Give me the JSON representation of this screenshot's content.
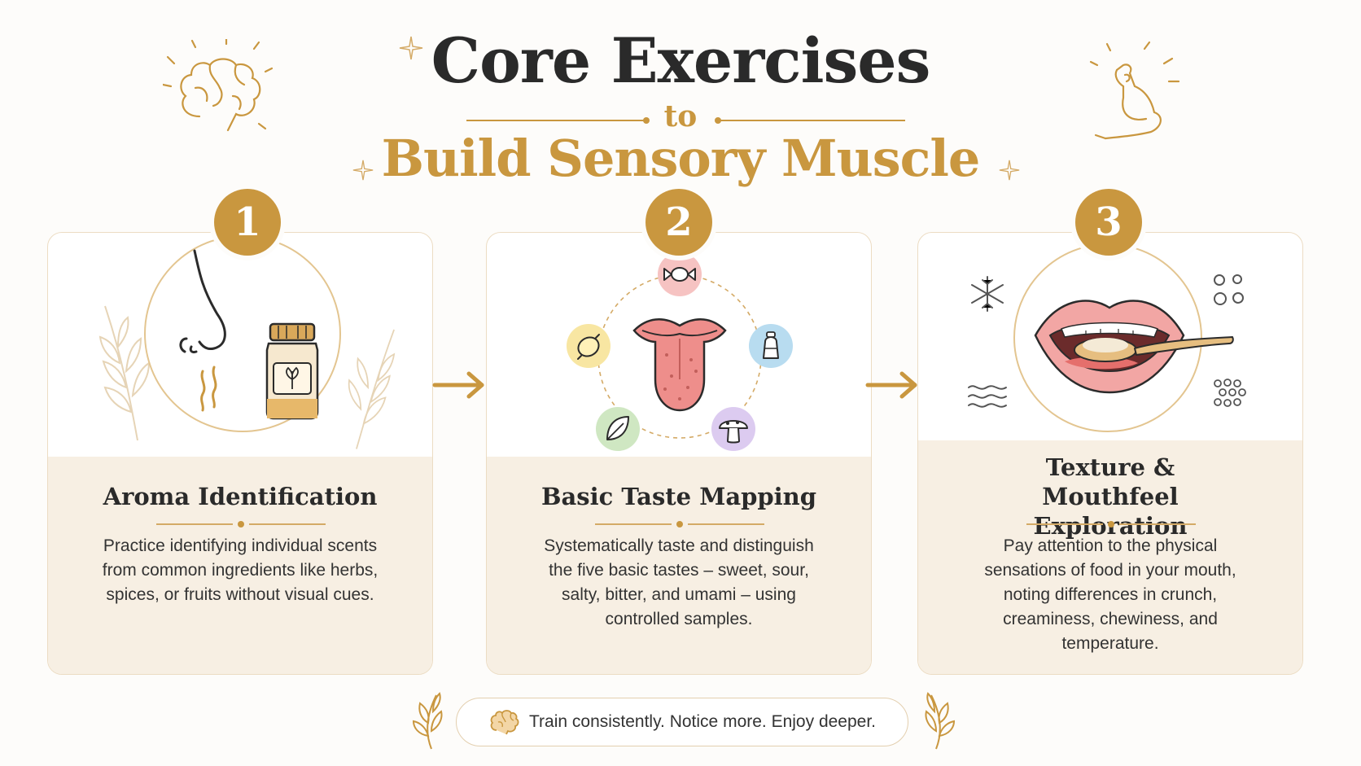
{
  "header": {
    "title": "Core Exercises",
    "connector": "to",
    "subtitle": "Build Sensory Muscle"
  },
  "colors": {
    "accent": "#c9973f",
    "card_fill": "#f7efe3",
    "card_border": "#ecdcc3",
    "title_text": "#2a2a2a"
  },
  "cards": [
    {
      "number": "1",
      "title": "Aroma Identification",
      "description": "Practice identifying individual scents from common ingredients like herbs, spices, or fruits without visual cues.",
      "icons": [
        "nose-icon",
        "spice-jar-icon",
        "scent-waves-icon",
        "wheat-sprig-icon"
      ]
    },
    {
      "number": "2",
      "title": "Basic Taste Mapping",
      "description": "Systematically taste and distinguish the five basic tastes – sweet, sour, salty, bitter, and umami – using controlled samples.",
      "icons": [
        "tongue-icon",
        "candy-icon",
        "lemon-icon",
        "salt-shaker-icon",
        "leaf-icon",
        "mushroom-icon"
      ]
    },
    {
      "number": "3",
      "title": "Texture & Mouthfeel Exploration",
      "description": "Pay attention to the physical sensations of food in your mouth, noting differences in crunch, creaminess, chewiness, and temperature.",
      "icons": [
        "mouth-icon",
        "spoon-icon",
        "snowflake-icon",
        "bubbles-icon",
        "waves-icon",
        "dots-cluster-icon"
      ]
    }
  ],
  "footer": {
    "tagline": "Train consistently. Notice more. Enjoy deeper.",
    "icons": [
      "brain-icon",
      "laurel-left-icon",
      "laurel-right-icon"
    ]
  },
  "decorations": [
    "brain-icon",
    "flexed-arm-icon",
    "sparkle-icon"
  ]
}
